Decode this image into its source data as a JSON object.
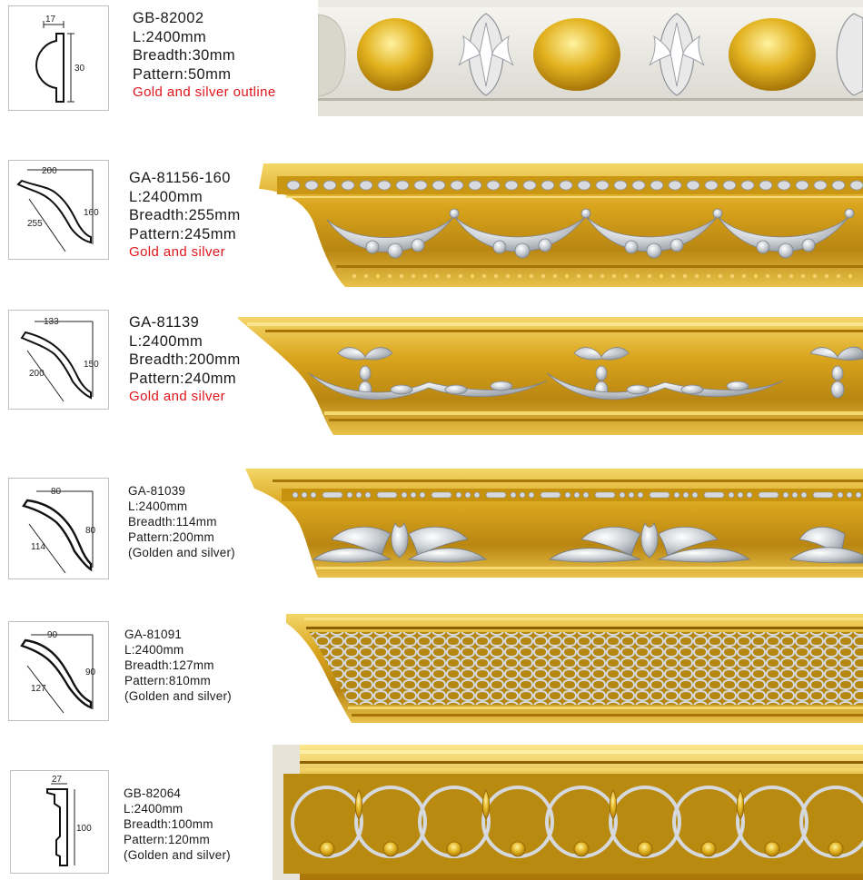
{
  "products": [
    {
      "code": "GB-82002",
      "length": "L:2400mm",
      "breadth": "Breadth:30mm",
      "pattern": "Pattern:50mm",
      "finish": "Gold and silver outline",
      "dims": {
        "top": "17",
        "right": "30"
      }
    },
    {
      "code": "GA-81156-160",
      "length": "L:2400mm",
      "breadth": "Breadth:255mm",
      "pattern": "Pattern:245mm",
      "finish": "Gold and silver",
      "dims": {
        "top": "200",
        "right": "160",
        "diag": "255"
      }
    },
    {
      "code": "GA-81139",
      "length": "L:2400mm",
      "breadth": "Breadth:200mm",
      "pattern": "Pattern:240mm",
      "finish": "Gold and silver",
      "dims": {
        "top": "133",
        "right": "150",
        "diag": "200"
      }
    },
    {
      "code": "GA-81039",
      "length": "L:2400mm",
      "breadth": "Breadth:114mm",
      "pattern": "Pattern:200mm",
      "finish": "(Golden and silver)",
      "dims": {
        "top": "80",
        "right": "80",
        "diag": "114"
      }
    },
    {
      "code": "GA-81091",
      "length": "L:2400mm",
      "breadth": "Breadth:127mm",
      "pattern": "Pattern:810mm",
      "finish": "(Golden and silver)",
      "dims": {
        "top": "90",
        "right": "90",
        "diag": "127"
      }
    },
    {
      "code": "GB-82064",
      "length": "L:2400mm",
      "breadth": "Breadth:100mm",
      "pattern": "Pattern:120mm",
      "finish": "(Golden and silver)",
      "dims": {
        "top": "27",
        "right": "100"
      }
    }
  ],
  "colors": {
    "gold": "#d9a41c",
    "silver": "#c9cdd2",
    "red_text": "#e0151b"
  }
}
